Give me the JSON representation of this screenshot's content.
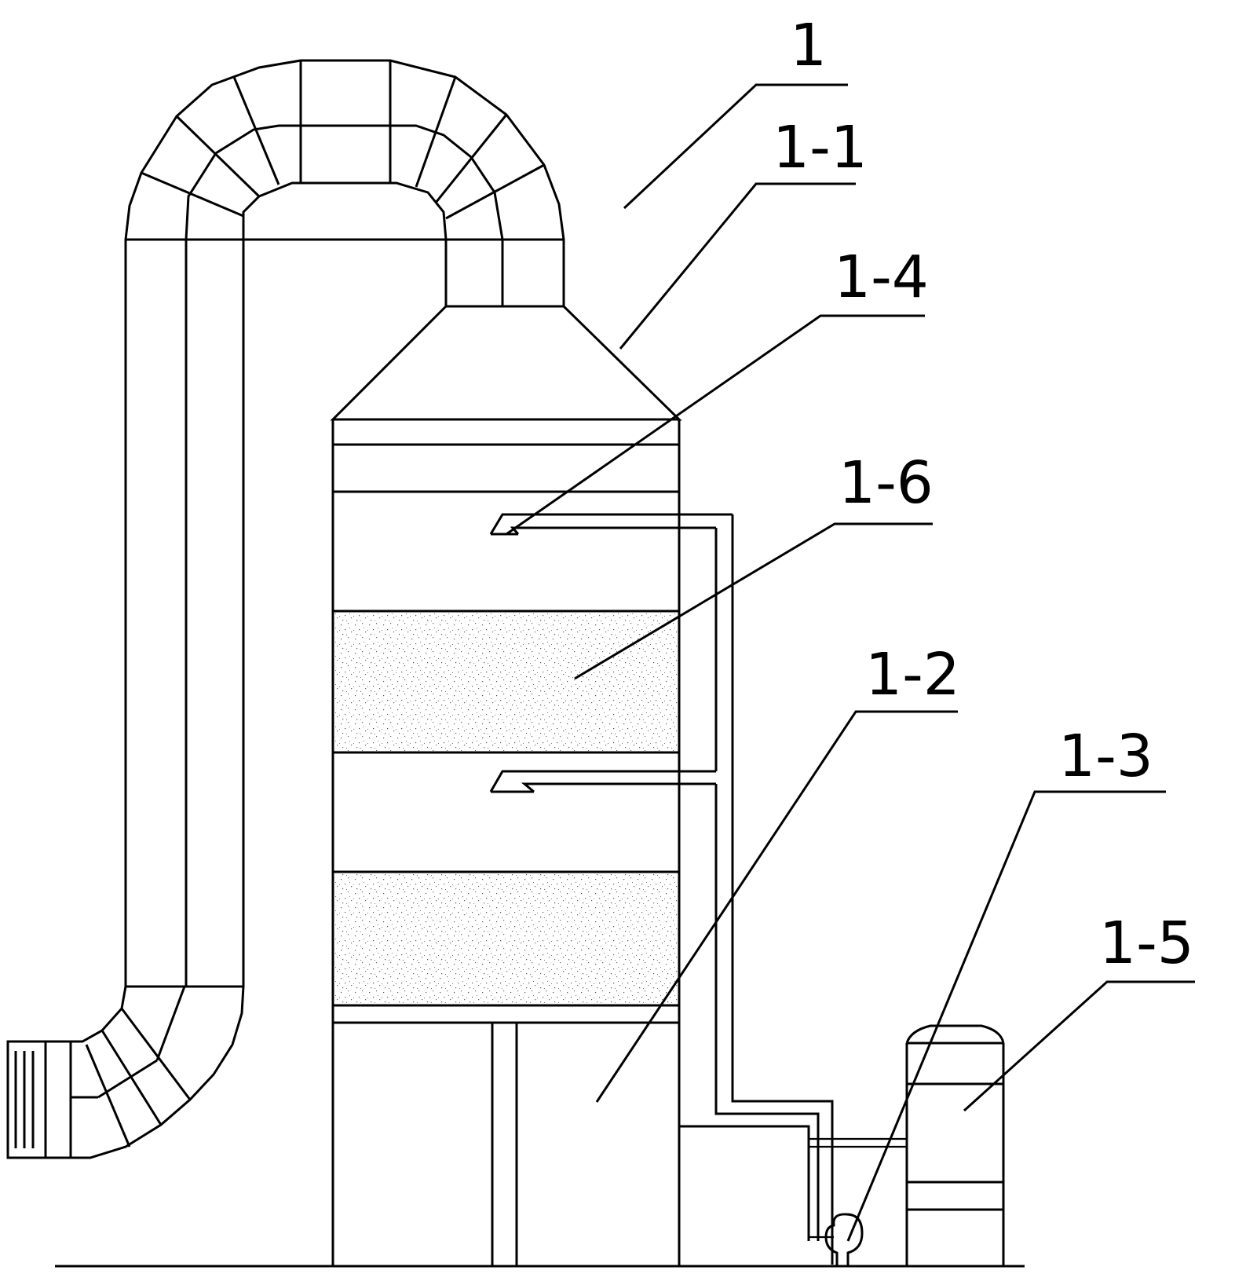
{
  "labels": {
    "l1": "1",
    "l1_1": "1-1",
    "l1_4": "1-4",
    "l1_6": "1-6",
    "l1_2": "1-2",
    "l1_3": "1-3",
    "l1_5": "1-5"
  }
}
